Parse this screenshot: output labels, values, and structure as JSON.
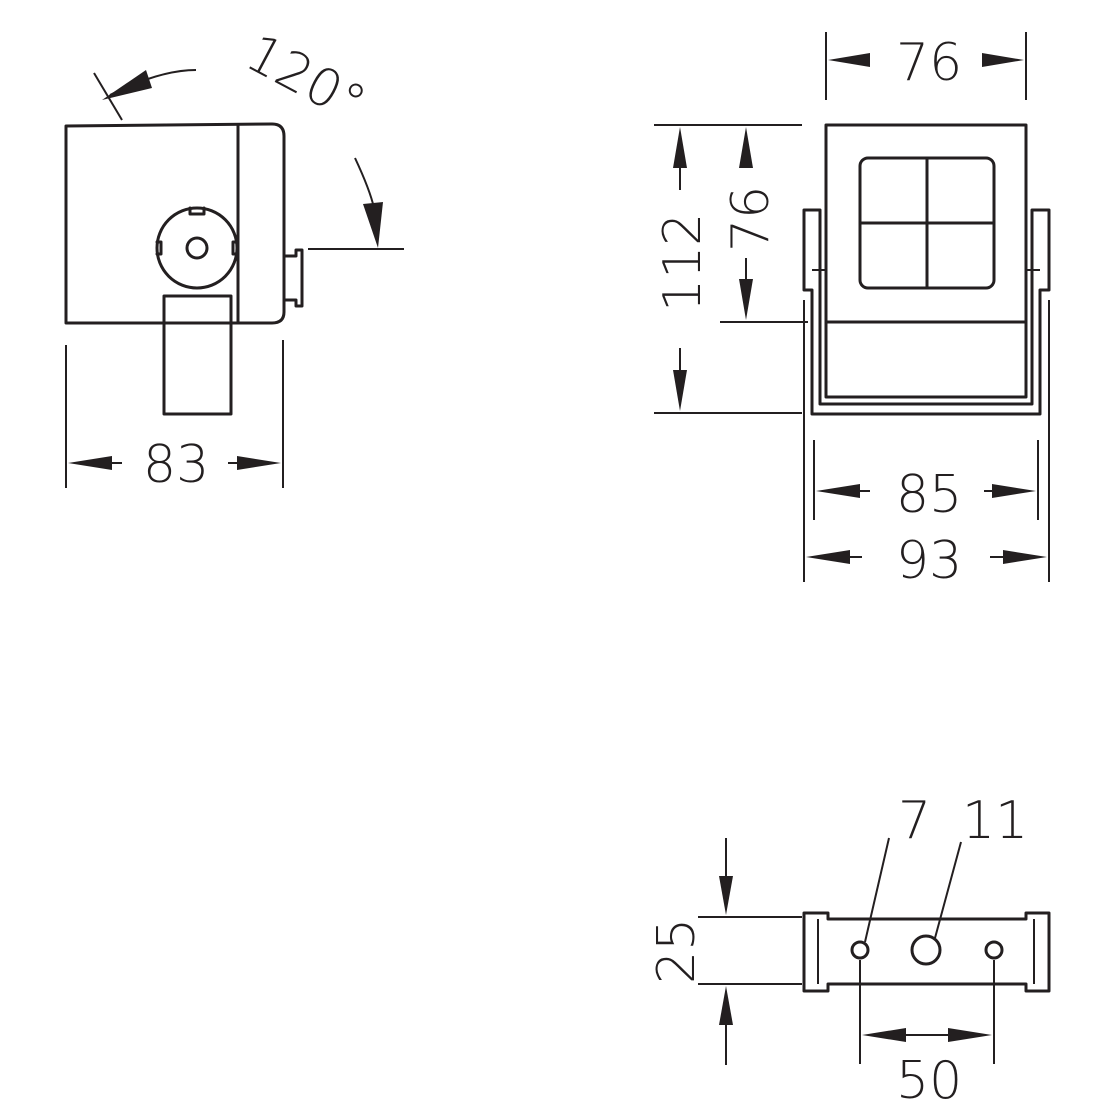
{
  "drawing": {
    "side_view": {
      "angle_label": "120°",
      "width_label": "83"
    },
    "front_view": {
      "top_width_label": "76",
      "total_height_label": "112",
      "head_height_label": "76",
      "inner_width_label": "85",
      "outer_width_label": "93"
    },
    "base_view": {
      "small_hole_label": "7",
      "large_hole_label": "11",
      "depth_label": "25",
      "hole_spacing_label": "50"
    }
  }
}
